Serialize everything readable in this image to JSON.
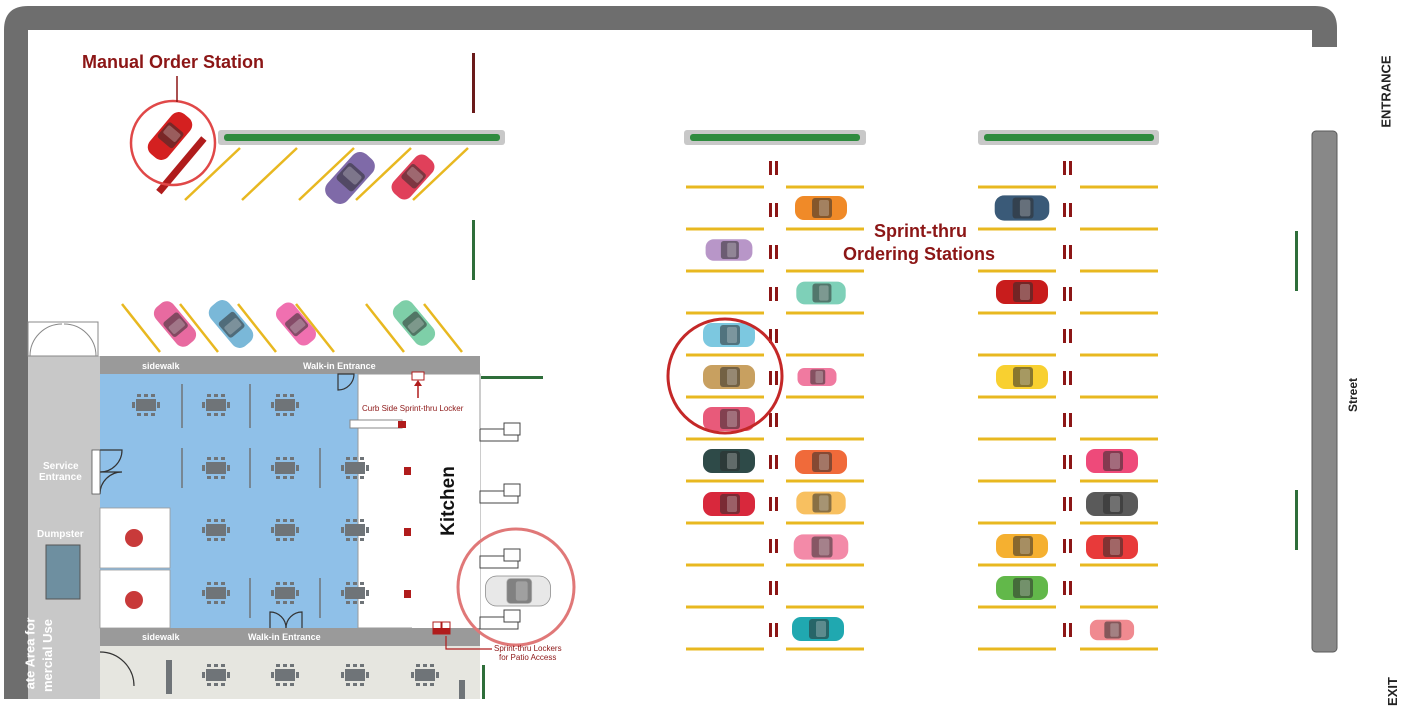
{
  "labels": {
    "manual_order_station": "Manual Order Station",
    "sprint_thru_line1": "Sprint-thru",
    "sprint_thru_line2": "Ordering Stations",
    "entrance": "ENTRANCE",
    "exit": "EXIT",
    "street": "Street",
    "kitchen": "Kitchen",
    "sidewalk_top": "sidewalk",
    "walkin_top": "Walk-in Entrance",
    "sidewalk_bottom": "sidewalk",
    "walkin_bottom": "Walk-in Entrance",
    "curbside_locker": "Curb Side Sprint-thru Locker",
    "service_entrance_1": "Service",
    "service_entrance_2": "Entrance",
    "dumpster": "Dumpster",
    "patio_lockers_1": "Sprint-thru Lockers",
    "patio_lockers_2": "for Patio Access",
    "private_area_1": "ate Area for",
    "private_area_2": "mercial Use"
  },
  "colors": {
    "wall": "#6e6e6e",
    "dining_floor": "#8fc0e8",
    "sidewalk": "#9a9a9a",
    "stripe": "#e8b820",
    "island_green": "#2e8b3e",
    "island_gray": "#c8c8c8",
    "accent_red": "#8c1616",
    "highlight_circle": "#e04848"
  },
  "icons": [
    "car-icon",
    "table-icon",
    "restroom-icon",
    "door-icon",
    "locker-icon",
    "order-kiosk-icon"
  ]
}
